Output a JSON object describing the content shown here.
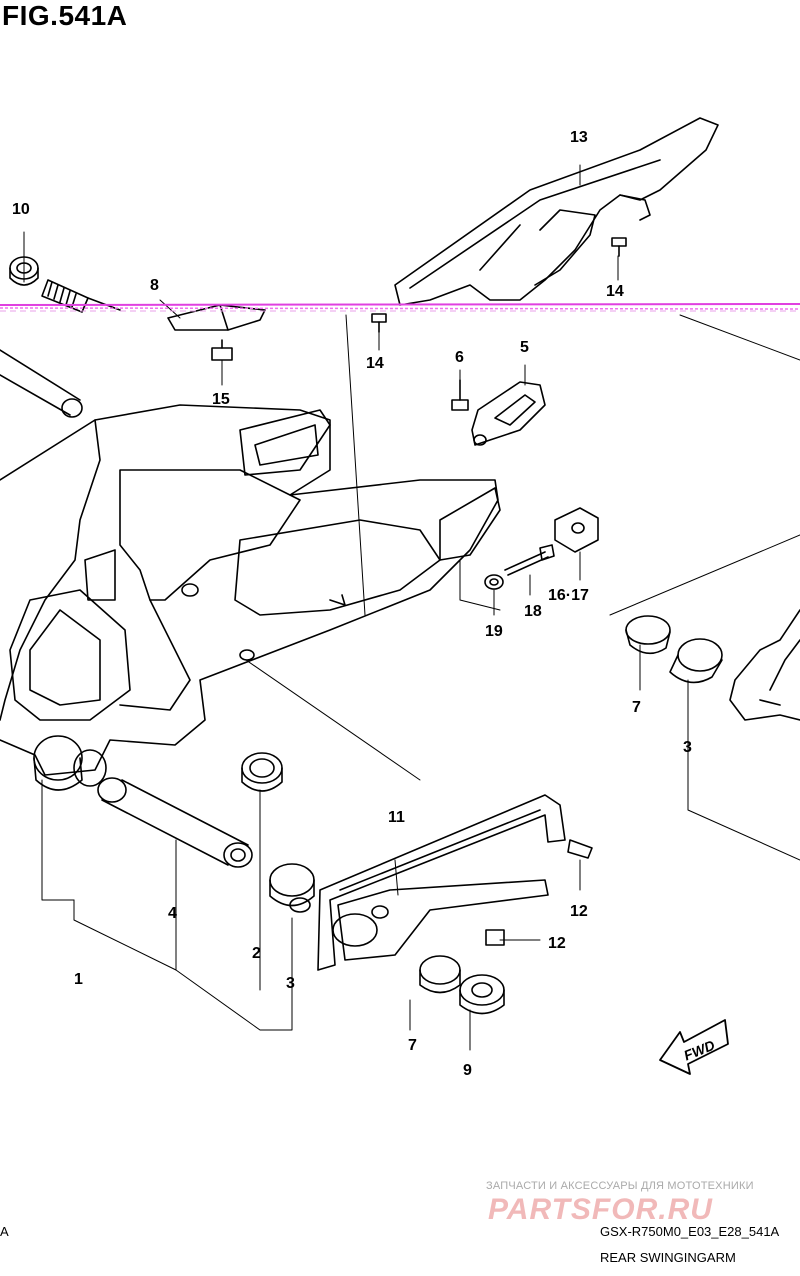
{
  "figure": {
    "title": "FIG.541A",
    "code": "GSX-R750M0_E03_E28_541A",
    "caption": "REAR SWINGINGARM",
    "edge_fragment": "A"
  },
  "watermark": {
    "tagline": "ЗАПЧАСТИ И АКСЕССУАРЫ ДЛЯ МОТОТЕХНИКИ",
    "logo": "PARTSFOR.RU"
  },
  "fwd_badge": "FWD",
  "callouts": {
    "c1": "1",
    "c2": "2",
    "c3a": "3",
    "c3b": "3",
    "c4": "4",
    "c5": "5",
    "c6": "6",
    "c7a": "7",
    "c7b": "7",
    "c8": "8",
    "c9": "9",
    "c10": "10",
    "c11": "11",
    "c12a": "12",
    "c12b": "12",
    "c13": "13",
    "c14a": "14",
    "c14b": "14",
    "c15": "15",
    "c1617": "16·17",
    "c18": "18",
    "c19": "19"
  },
  "colors": {
    "line": "#000000",
    "scan_artifact": "#e040e0"
  }
}
